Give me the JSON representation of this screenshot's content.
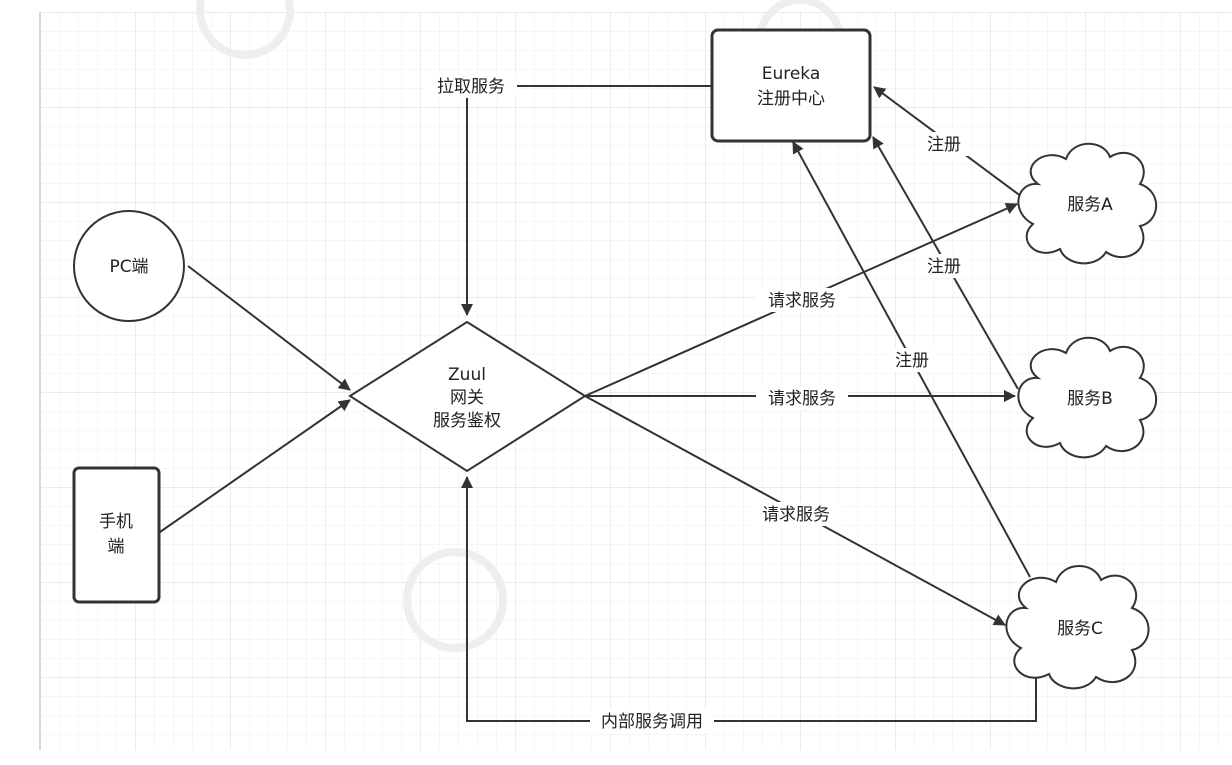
{
  "nodes": {
    "eureka": {
      "line1": "Eureka",
      "line2": "注册中心"
    },
    "pc": {
      "label": "PC端"
    },
    "mobile": {
      "line1": "手机",
      "line2": "端"
    },
    "zuul": {
      "line1": "Zuul",
      "line2": "网关",
      "line3": "服务鉴权"
    },
    "service_a": {
      "label": "服务A"
    },
    "service_b": {
      "label": "服务B"
    },
    "service_c": {
      "label": "服务C"
    }
  },
  "edges": {
    "pull": "拉取服务",
    "register_a": "注册",
    "register_b": "注册",
    "register_c": "注册",
    "request_a": "请求服务",
    "request_b": "请求服务",
    "request_c": "请求服务",
    "internal_call": "内部服务调用"
  },
  "colors": {
    "stroke": "#333333",
    "grid_minor": "#ebebeb",
    "grid_major": "#dcdcdc",
    "watermark": "#e6e6e6"
  }
}
